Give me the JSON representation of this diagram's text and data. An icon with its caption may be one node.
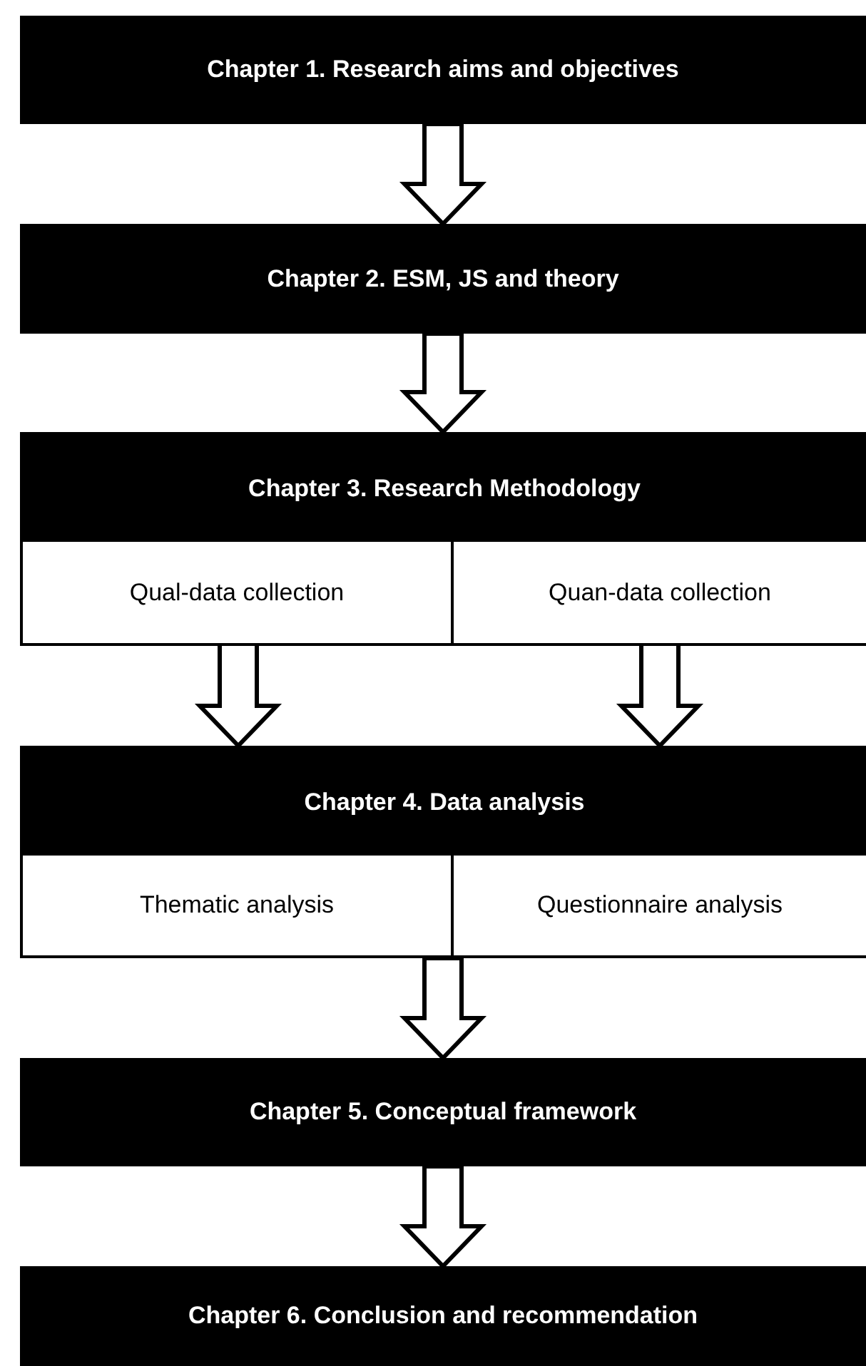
{
  "diagram": {
    "nodes": [
      {
        "text": [
          "Chapter 1. Research aims and objectives"
        ]
      },
      {
        "text": [
          "Chapter 2. ESM, JS and theory"
        ]
      },
      {
        "text": [
          "Chapter 3. Research Methodology"
        ]
      },
      {
        "text": [
          "Qual-data collection"
        ],
        "in": 2
      },
      {
        "text": [
          "Quan-data collection"
        ],
        "in": 2
      },
      {
        "text": [
          "Chapter 4. Data analysis"
        ]
      },
      {
        "text": [
          "Thematic analysis"
        ],
        "in": 5
      },
      {
        "text": [
          "Questionnaire analysis"
        ],
        "in": 5
      },
      {
        "text": [
          "Chapter 5. Conceptual framework"
        ]
      },
      {
        "text": [
          "Chapter 6. Conclusion and recommendation"
        ]
      }
    ],
    "edges": [
      {
        "from": 0,
        "to": 1,
        "arrow": "to"
      },
      {
        "from": 1,
        "to": 2,
        "arrow": "to"
      },
      {
        "from": 3,
        "to": 5,
        "arrow": "to"
      },
      {
        "from": 4,
        "to": 5,
        "arrow": "to"
      },
      {
        "from": 5,
        "to": 8,
        "arrow": "to"
      },
      {
        "from": 8,
        "to": 9,
        "arrow": "to"
      }
    ]
  }
}
